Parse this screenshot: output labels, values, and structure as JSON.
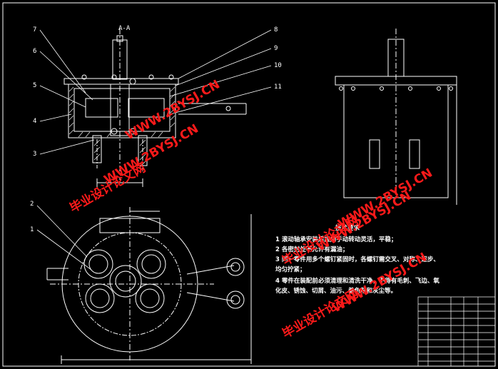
{
  "drawing": {
    "section_label": "A-A",
    "part_numbers_left": [
      "7",
      "6",
      "5",
      "4",
      "3"
    ],
    "part_numbers_right": [
      "8",
      "9",
      "10",
      "11"
    ],
    "part_numbers_bottom": [
      "2",
      "1"
    ]
  },
  "notes": {
    "heading": "技术要求",
    "lines": [
      "1 滚动轴承安装后应用手动转动灵活，平稳；",
      "2 各密封处不允许有漏油；",
      "3 同一零件用多个螺钉紧固时，各螺钉需交叉、对称、逐步、",
      "均匀拧紧；",
      "4 零件在装配前必须清理和清洗干净，不得有毛刺、飞边、氧",
      "化皮、锈蚀、切屑、油污、着色剂和灰尘等。"
    ]
  },
  "watermarks": {
    "url": "WWW.2BYSJ.CN",
    "site": "毕业设计论文网"
  },
  "colors": {
    "line": "#ffffff",
    "watermark": "#ff1a1a",
    "background": "#000000"
  }
}
